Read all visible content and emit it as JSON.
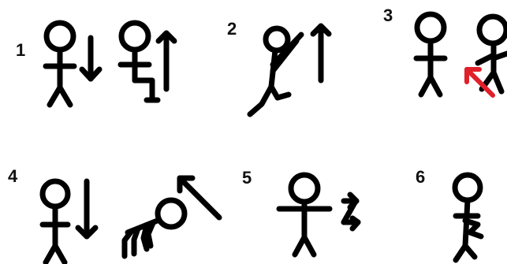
{
  "colors": {
    "ink": "#000000",
    "accent": "#e0202a",
    "background": "#ffffff"
  },
  "steps": [
    {
      "number": "1"
    },
    {
      "number": "2"
    },
    {
      "number": "3"
    },
    {
      "number": "4"
    },
    {
      "number": "5"
    },
    {
      "number": "6"
    }
  ]
}
